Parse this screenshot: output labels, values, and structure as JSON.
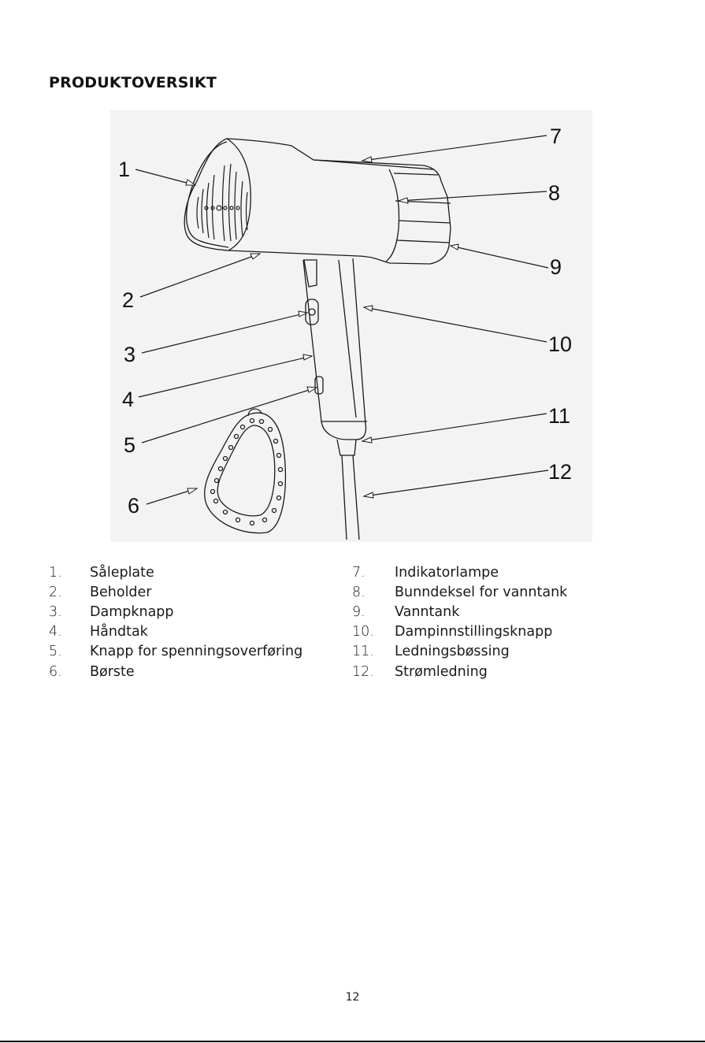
{
  "page": {
    "title": "PRODUKTOVERSIKT",
    "page_number": "12"
  },
  "callouts": [
    "1",
    "2",
    "3",
    "4",
    "5",
    "6",
    "7",
    "8",
    "9",
    "10",
    "11",
    "12"
  ],
  "legend": {
    "left": [
      {
        "num": "1.",
        "text": "Såleplate"
      },
      {
        "num": "2.",
        "text": "Beholder"
      },
      {
        "num": "3.",
        "text": "Dampknapp"
      },
      {
        "num": "4.",
        "text": "Håndtak"
      },
      {
        "num": "5.",
        "text": "Knapp for spenningsoverføring"
      },
      {
        "num": "6.",
        "text": "Børste"
      }
    ],
    "right": [
      {
        "num": "7.",
        "text": "Indikatorlampe"
      },
      {
        "num": "8.",
        "text": "Bunndeksel for vanntank"
      },
      {
        "num": "9.",
        "text": "Vanntank"
      },
      {
        "num": "10.",
        "text": "Dampinnstillingsknapp"
      },
      {
        "num": "11.",
        "text": "Ledningsbøssing"
      },
      {
        "num": "12.",
        "text": "Strømledning"
      }
    ]
  },
  "colors": {
    "line": "#1a1a1a",
    "figure_bg": "#f3f3f3"
  }
}
